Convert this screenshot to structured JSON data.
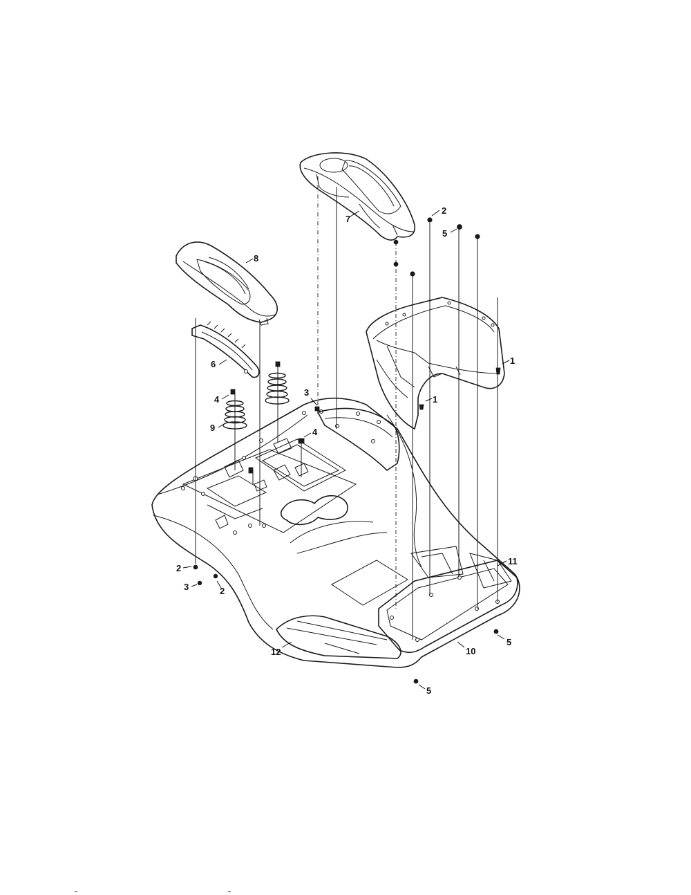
{
  "callouts": [
    {
      "id": "c1a",
      "text": "1"
    },
    {
      "id": "c1b",
      "text": "1"
    },
    {
      "id": "c2a",
      "text": "2"
    },
    {
      "id": "c2b",
      "text": "2"
    },
    {
      "id": "c2c",
      "text": "2"
    },
    {
      "id": "c3a",
      "text": "3"
    },
    {
      "id": "c3b",
      "text": "3"
    },
    {
      "id": "c4a",
      "text": "4"
    },
    {
      "id": "c4b",
      "text": "4"
    },
    {
      "id": "c5a",
      "text": "5"
    },
    {
      "id": "c5b",
      "text": "5"
    },
    {
      "id": "c5c",
      "text": "5"
    },
    {
      "id": "c6",
      "text": "6"
    },
    {
      "id": "c7",
      "text": "7"
    },
    {
      "id": "c8",
      "text": "8"
    },
    {
      "id": "c9",
      "text": "9"
    },
    {
      "id": "c10",
      "text": "10"
    },
    {
      "id": "c11",
      "text": "11"
    },
    {
      "id": "c12",
      "text": "12"
    }
  ]
}
